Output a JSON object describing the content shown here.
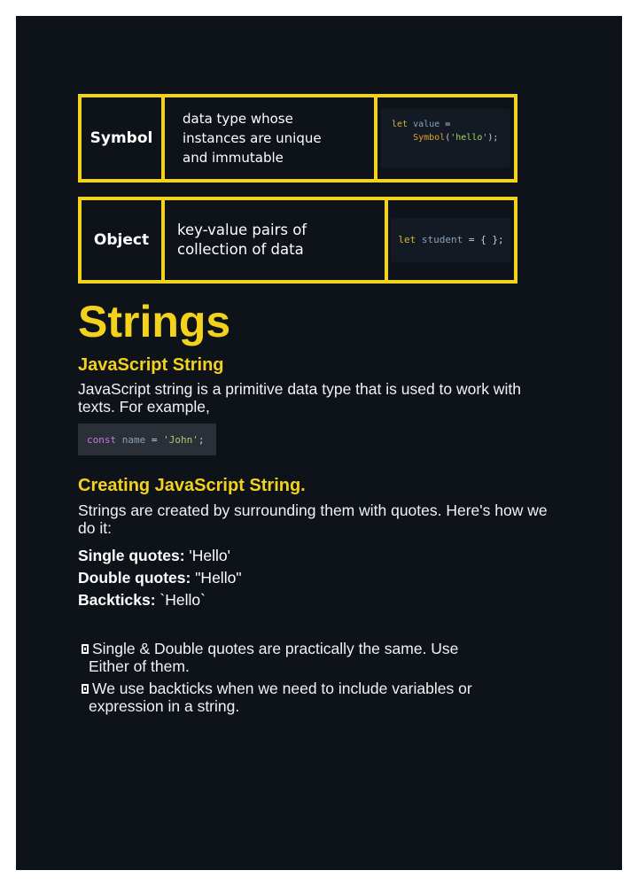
{
  "types_table": [
    {
      "name": "Symbol",
      "description": "data type whose\ninstances are unique\nand immutable",
      "code_line1": {
        "kw": "let",
        "var": " value ",
        "punc": "="
      },
      "code_line2": {
        "fn": "    Symbol",
        "punc1": "(",
        "str": "'hello'",
        "punc2": ");"
      }
    },
    {
      "name": "Object",
      "description": "key-value pairs of\ncollection of data",
      "code": {
        "kw": "let",
        "var": " student ",
        "punc": "= { };"
      }
    }
  ],
  "section": {
    "title": "Strings",
    "subsections": [
      {
        "heading": "JavaScript String",
        "paragraph": "JavaScript string is a primitive data type that is used to work with texts. For example,",
        "code": {
          "kw": "const",
          "var": " name ",
          "punc": "= ",
          "str": "'John'",
          "end": ";"
        }
      },
      {
        "heading": "Creating JavaScript String.",
        "paragraph": "Strings are created by surrounding them with quotes. Here's how we do it:",
        "quote_types": [
          {
            "label": "Single quotes:",
            "example": " 'Hello'"
          },
          {
            "label": "Double quotes:",
            "example": " \"Hello\""
          },
          {
            "label": "Backticks:",
            "example": " `Hello`"
          }
        ]
      }
    ],
    "notes": [
      {
        "line1": "Single & Double quotes are practically the same. Use",
        "line2": "Either of them."
      },
      {
        "line1": "We use backticks when we need to include variables or",
        "line2": "expression in a string."
      }
    ]
  },
  "colors": {
    "accent": "#f2d21c",
    "page_background": "#0e1219",
    "text": "#ffffff",
    "code_keyword": "#d6b13a",
    "code_string": "#a6d06a"
  }
}
